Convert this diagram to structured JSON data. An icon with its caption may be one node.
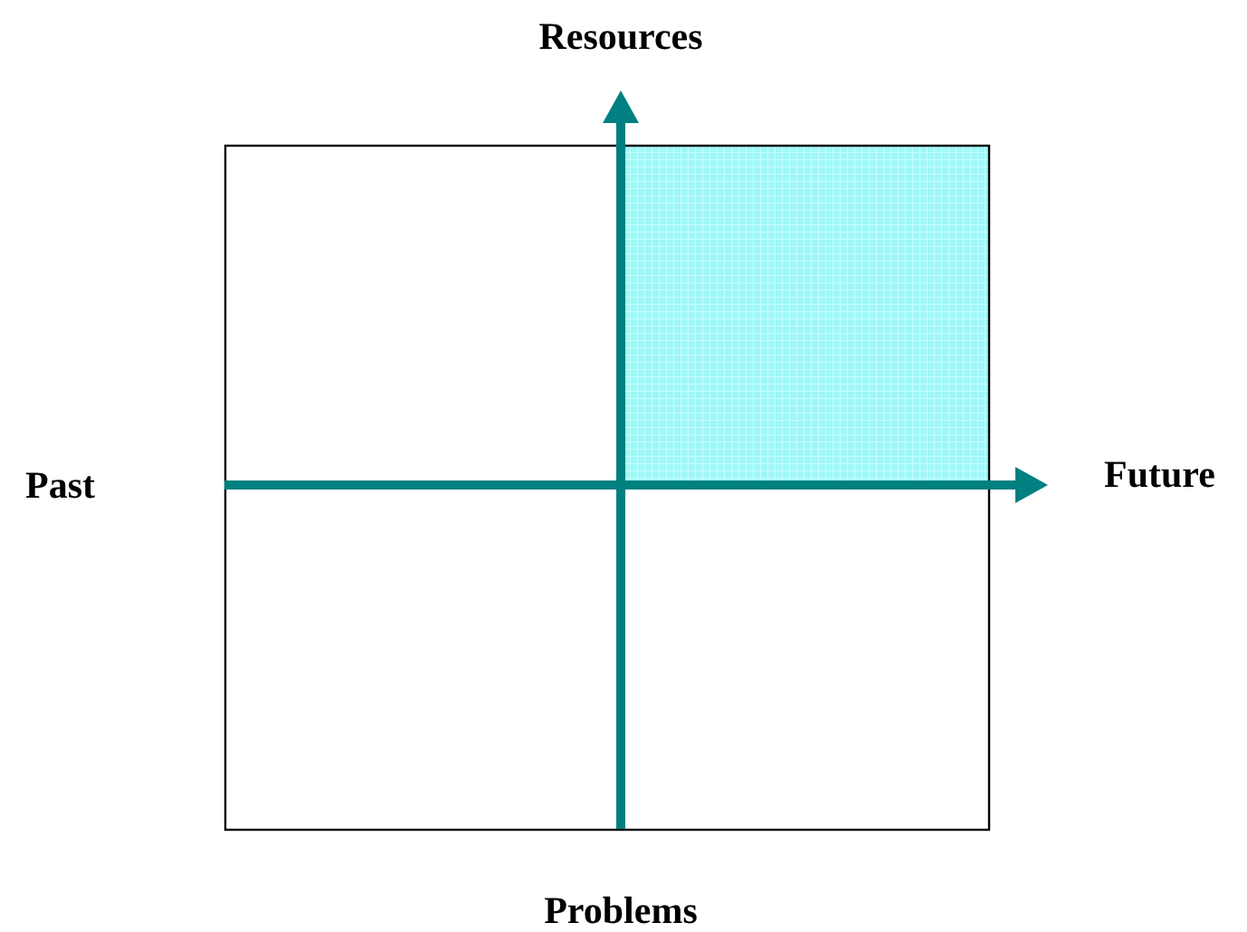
{
  "diagram": {
    "labels": [
      "Resources",
      "Past",
      "Future",
      "Problems"
    ]
  }
}
